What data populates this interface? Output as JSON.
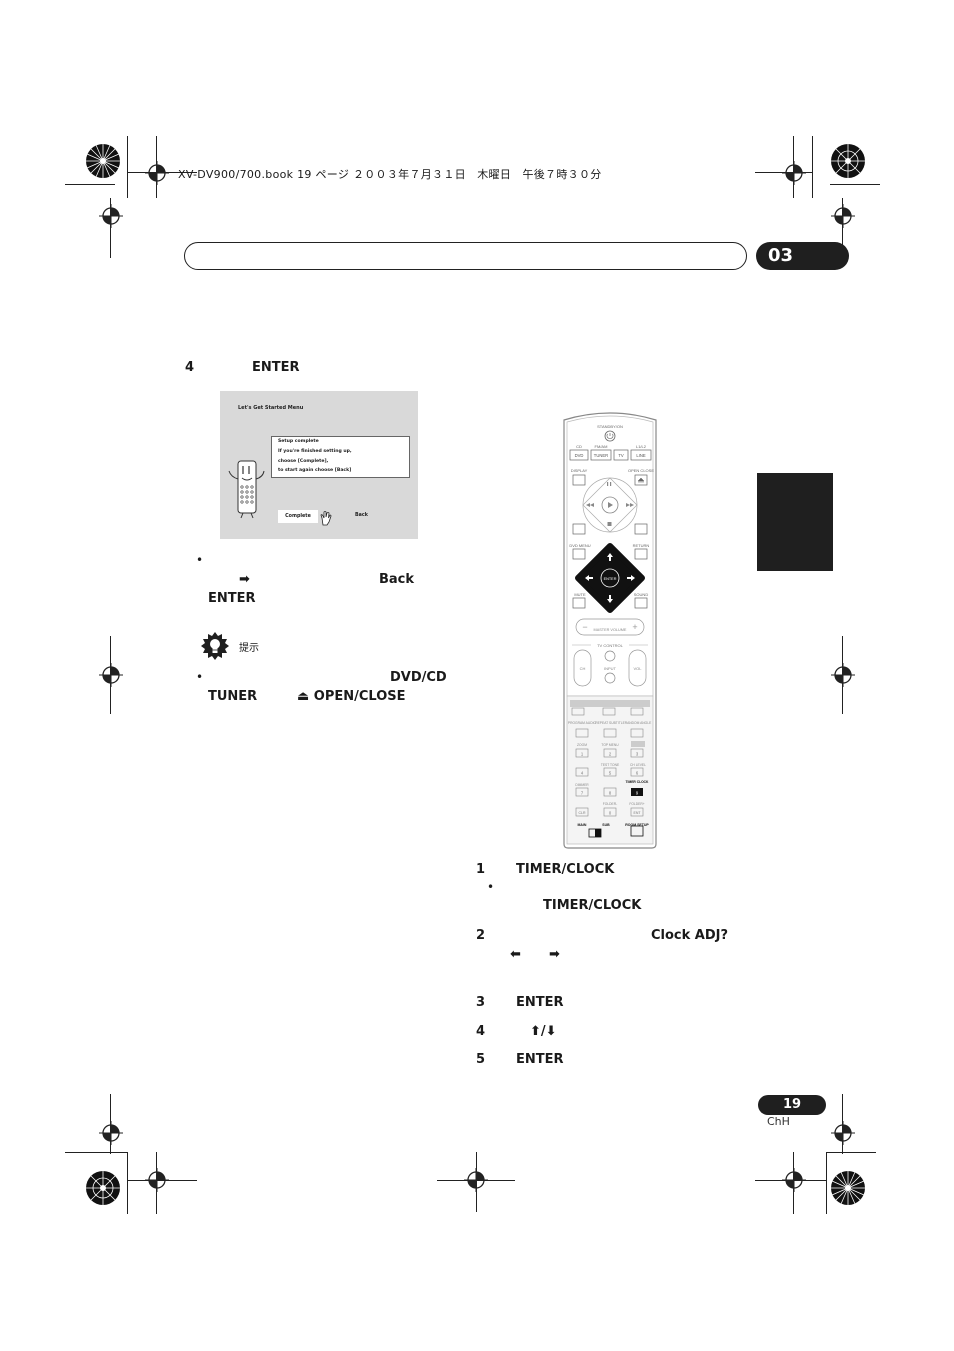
{
  "header": {
    "file_info": "XV-DV900/700.book  19 ページ  ２００３年７月３１日　木曜日　午後７時３０分"
  },
  "chapter": {
    "number": "03"
  },
  "left": {
    "step4": {
      "num": "4",
      "key": "ENTER"
    },
    "screen": {
      "title": "Let's Get Started Menu",
      "lines": [
        "Setup complete",
        "If you're finished setting up,",
        "choose [Complete],",
        "to start again choose [Back]"
      ],
      "complete_label": "Complete",
      "back_label": "Back"
    },
    "bullet1": {
      "mark": "•",
      "arrow": "➡",
      "back": "Back",
      "enter": "ENTER"
    },
    "tip": {
      "label": "提示"
    },
    "bullet2": {
      "mark": "•",
      "dvdcd": "DVD/CD",
      "tuner": "TUNER",
      "openclose": "⏏ OPEN/CLOSE"
    }
  },
  "remote": {
    "standby": "STANDBY/ON",
    "row1_labels": [
      "CD",
      "FM/AM",
      "L1/L2"
    ],
    "row1_buttons": [
      "DVD",
      "TUNER",
      "TV",
      "LINE"
    ],
    "display": "DISPLAY",
    "open_close": "OPEN CLOSE",
    "dvd_menu": "DVD MENU",
    "return": "RETURN",
    "enter": "ENTER",
    "mute": "MUTE",
    "sound": "SOUND",
    "master_volume": "MASTER VOLUME",
    "tv_control": "TV CONTROL",
    "ch": "CH",
    "input": "INPUT",
    "vol": "VOL",
    "lower_labels": [
      "PROGRAM AUDIO",
      "REPEAT SUBTITLE",
      "RANDOM ANGLE",
      "ZOOM",
      "TOP MENU",
      "TEST TONE",
      "CH LEVEL",
      "DIMMER",
      "TIMER CLOCK",
      "FOLDER-",
      "FOLDER+",
      "MAIN",
      "SUB",
      "ROOM SETUP"
    ],
    "digits": [
      "1",
      "2",
      "3",
      "4",
      "5",
      "6",
      "7",
      "8",
      "9",
      "CLR",
      "0",
      "ENT"
    ]
  },
  "right": {
    "step1": {
      "num": "1",
      "key": "TIMER/CLOCK"
    },
    "bullet": {
      "mark": "•",
      "key": "TIMER/CLOCK"
    },
    "step2": {
      "num": "2",
      "display": "Clock ADJ?",
      "left_arrow": "⬅",
      "right_arrow": "➡"
    },
    "step3": {
      "num": "3",
      "key": "ENTER"
    },
    "step4": {
      "num": "4",
      "keys": "⬆/⬇"
    },
    "step5": {
      "num": "5",
      "key": "ENTER"
    }
  },
  "footer": {
    "page": "19",
    "lang": "ChH"
  }
}
